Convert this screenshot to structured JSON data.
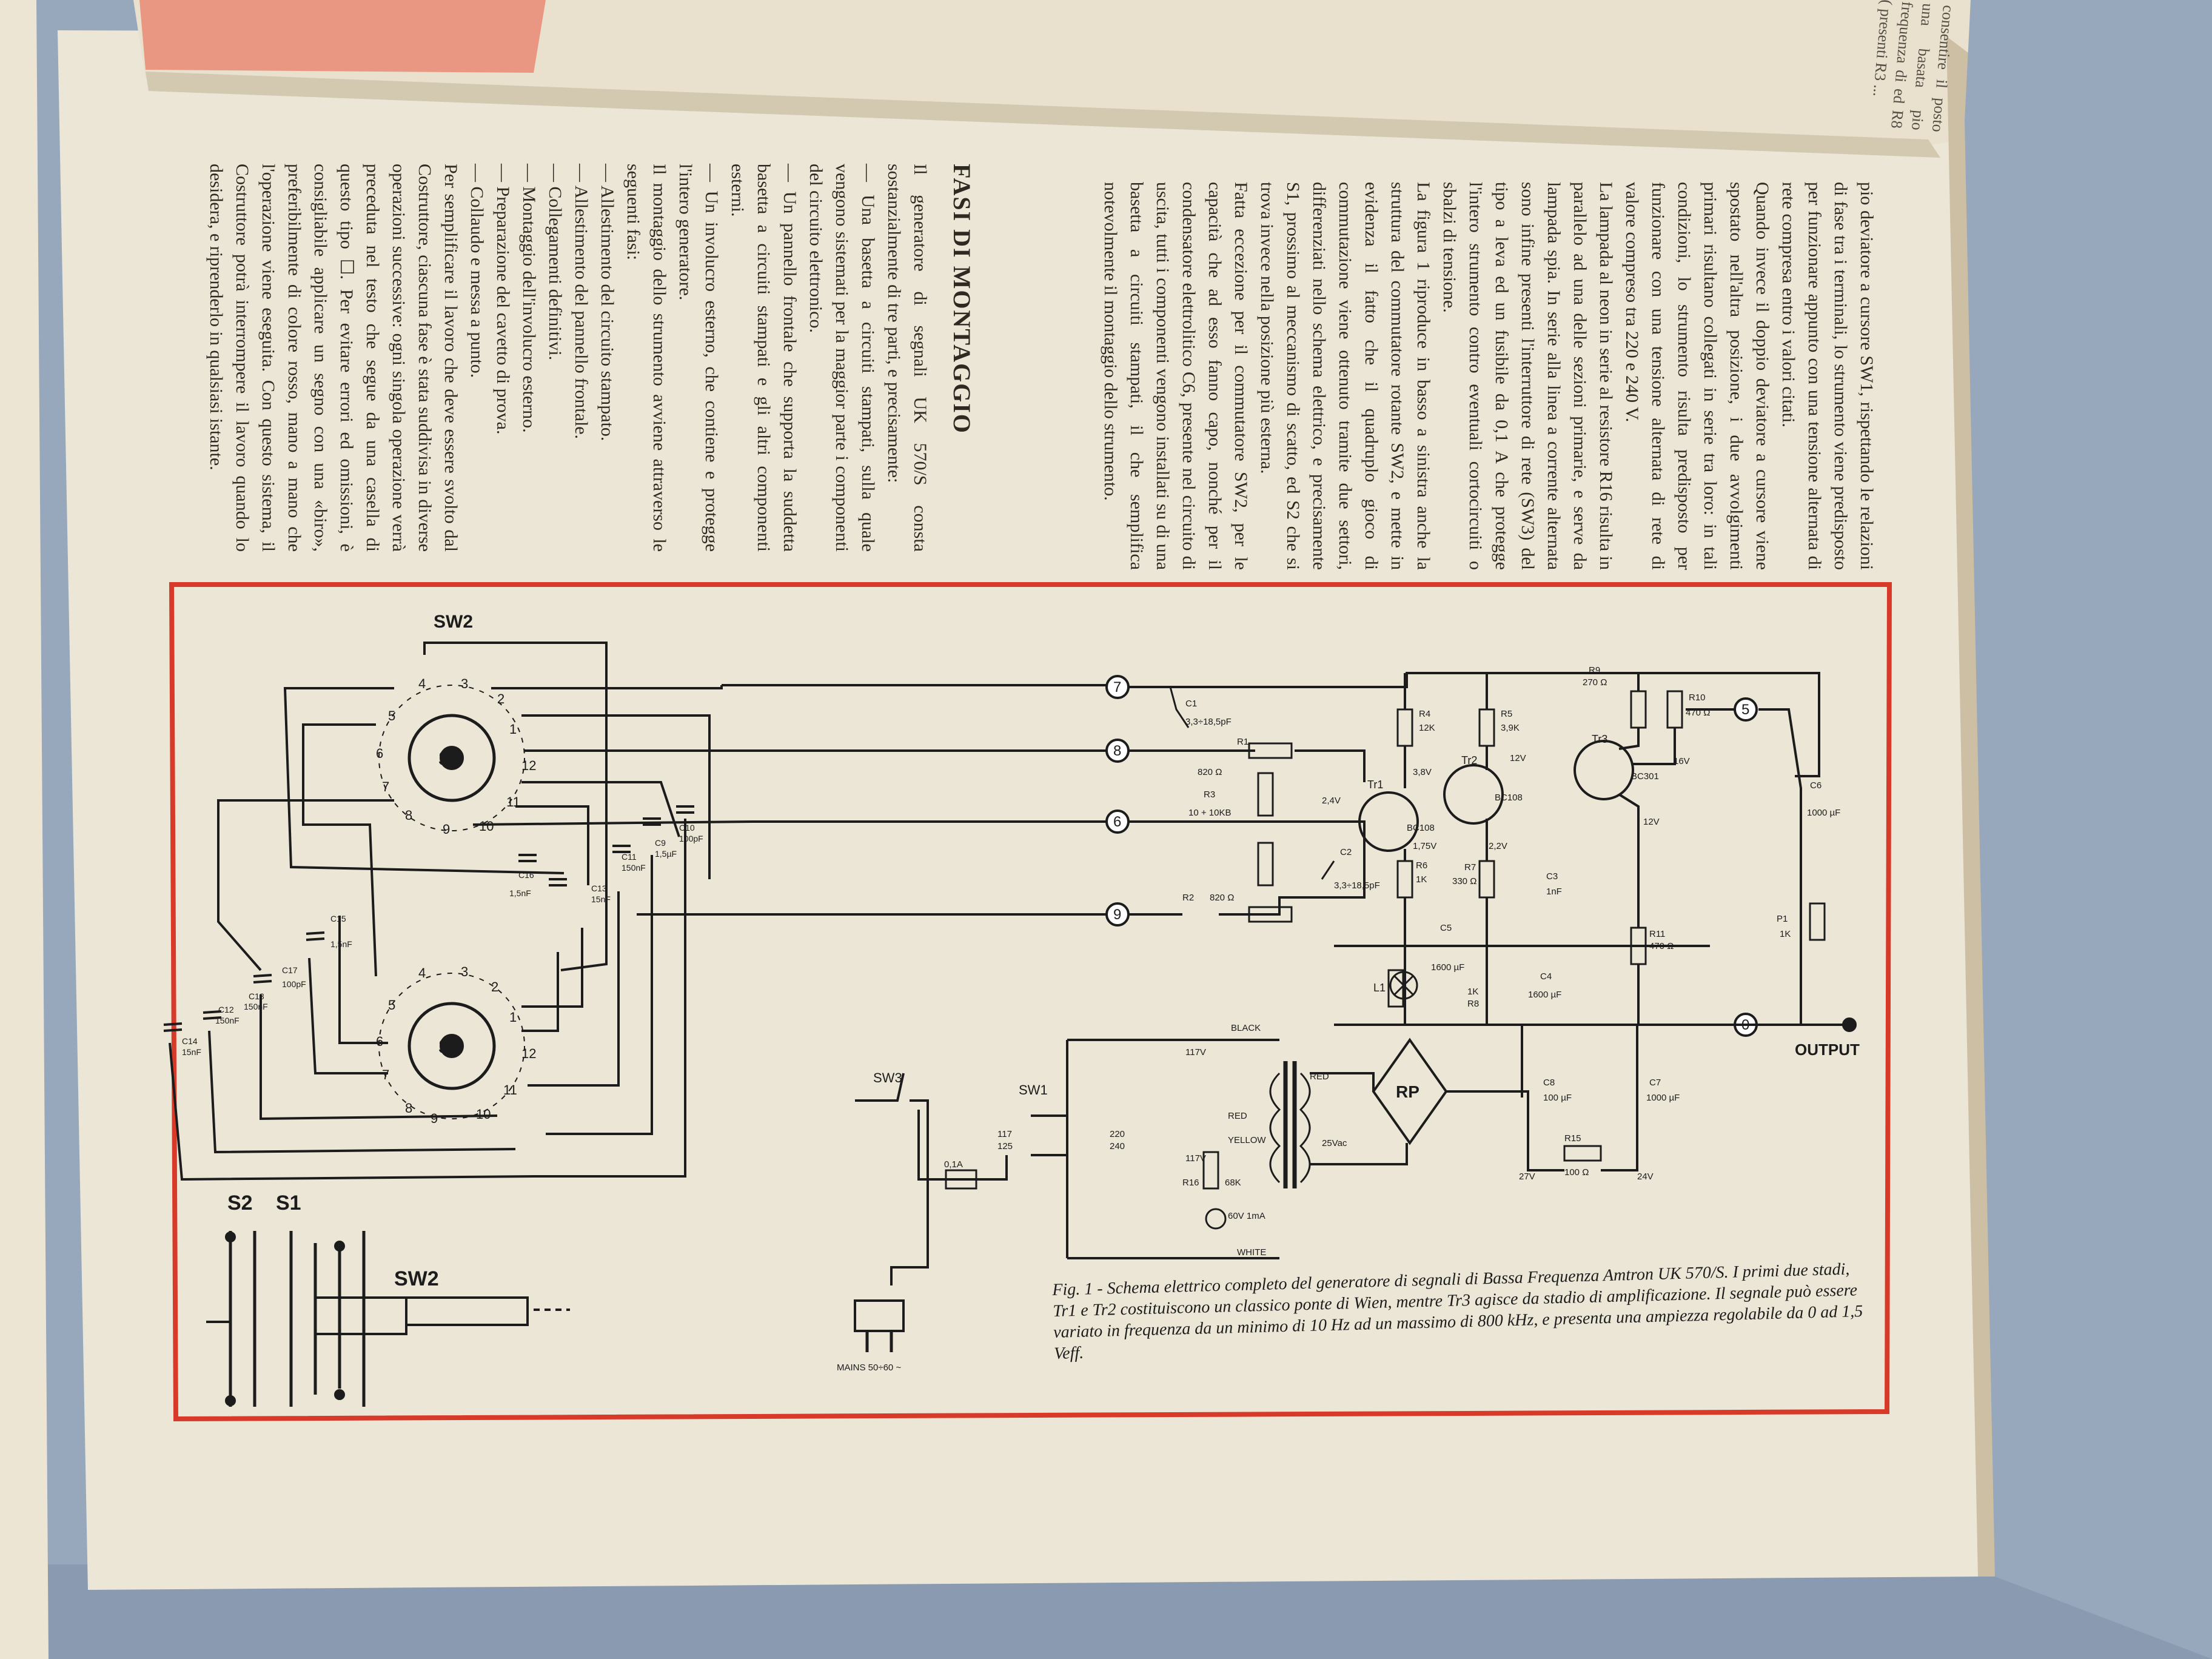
{
  "document": {
    "left_column": {
      "heading": "FASI DI MONTAGGIO",
      "paragraphs": [
        "Il generatore di segnali UK 570/S consta sostanzialmente di tre parti, e precisamente:",
        "— Una basetta a circuiti stampati, sulla quale vengono sistemati per la maggior parte i componenti del circuito elettronico.",
        "— Un pannello frontale che supporta la suddetta basetta a circuiti stampati e gli altri componenti esterni.",
        "— Un involucro esterno, che contiene e protegge l'intero generatore.",
        "Il montaggio dello strumento avviene attraverso le seguenti fasi:",
        "— Allestimento del circuito stampato.",
        "— Allestimento del pannello frontale.",
        "— Collegamenti definitivi.",
        "— Montaggio dell'involucro esterno.",
        "— Preparazione del cavetto di prova.",
        "— Collaudo e messa a punto.",
        "Per semplificare il lavoro che deve essere svolto dal Costruttore, ciascuna fase è stata suddivisa in diverse operazioni successive: ogni singola operazione verrà preceduta nel testo che segue da una casella di questo tipo ☐. Per evitare errori ed omissioni, è consigliabile applicare un segno con una «biro», preferibilmente di colore rosso, mano a mano che l'operazione viene eseguita. Con questo sistema, il Costruttore potrà interrompere il lavoro quando lo desidera, e riprenderlo in qualsiasi istante."
      ]
    },
    "right_column": {
      "paragraphs": [
        "pio deviatore a cursore SW1, rispettando le relazioni di fase tra i terminali, lo strumento viene predisposto per funzionare appunto con una tensione alternata di rete compresa entro i valori citati.",
        "Quando invece il doppio deviatore a cursore viene spostato nell'altra posizione, i due avvolgimenti primari risultano collegati in serie tra loro: in tali condizioni, lo strumento risulta predisposto per funzionare con una tensione alternata di rete di valore compreso tra 220 e 240 V.",
        "La lampada al neon in serie al resistore R16 risulta in parallelo ad una delle sezioni primarie, e serve da lampada spia. In serie alla linea a corrente alternata sono infine presenti l'interruttore di rete (SW3) del tipo a leva ed un fusibile da 0,1 A che protegge l'intero strumento contro eventuali cortocircuiti o sbalzi di tensione.",
        "La figura 1 riproduce in basso a sinistra anche la struttura del commutatore rotante SW2, e mette in evidenza il fatto che il quadruplo gioco di commutazione viene ottenuto tramite due settori, differenziati nello schema elettrico, e precisamente S1, prossimo al meccanismo di scatto, ed S2 che si trova invece nella posizione più esterna.",
        "Fatta eccezione per il commutatore SW2, per le capacità che ad esso fanno capo, nonché per il condensatore elettrolitico C6, presente nel circuito di uscita, tutti i componenti vengono installati su di una basetta a circuiti stampati, il che semplifica notevolmente il montaggio dello strumento."
      ]
    },
    "previous_page_fragment": "consentire il posto una basata pio frequenza di ed R8 ( presenti R3 ...",
    "caption": "Fig. 1 - Schema elettrico completo del generatore di segnali di Bassa Frequenza Amtron UK 570/S. I primi due stadi, Tr1 e Tr2 costituiscono un classico ponte di Wien, mentre Tr3 agisce da stadio di amplificazione. Il segnale può essere variato in frequenza da un minimo di 10 Hz ad un massimo di 800 kHz, e presenta una ampiezza regolabile da 0 ad 1,5 Veff."
  },
  "schematic": {
    "switches": {
      "sw2": "SW2",
      "s2": "S2",
      "s1": "S1",
      "sw1": "SW1",
      "sw3": "SW3",
      "mechanism_labels": [
        "S2",
        "S1",
        "SW2"
      ]
    },
    "terminals": [
      "7",
      "8",
      "6",
      "9",
      "5",
      "0"
    ],
    "positions": [
      "1",
      "2",
      "3",
      "4",
      "5",
      "6",
      "7",
      "8",
      "9",
      "10",
      "11",
      "12"
    ],
    "caps_switch": {
      "c10": "C10",
      "c10v": "100pF",
      "c9": "C9",
      "c9v": "1,5µF",
      "c11": "C11",
      "c11v": "150nF",
      "c13": "C13",
      "c13v": "15nF",
      "c16": "C16",
      "c16v": "1,5nF",
      "c15": "C15",
      "c15v": "1,5nF",
      "c17": "C17",
      "c17v": "100pF",
      "c18": "C18",
      "c18v": "150nF",
      "c12": "C12",
      "c12v": "150nF",
      "c14": "C14",
      "c14v": "15nF"
    },
    "parts": {
      "c1": "C1",
      "c1v": "3,3÷18,5pF",
      "r1": "R1",
      "r1v": "820 Ω",
      "r3": "R3",
      "r3v": "10 + 10KB",
      "r2": "R2",
      "r2v": "820 Ω",
      "c2": "C2",
      "c2v": "3,3÷18,5pF",
      "r4": "R4",
      "r4v": "12K",
      "r5": "R5",
      "r5v": "3,9K",
      "r6": "R6",
      "r6v": "1K",
      "r7": "R7",
      "r7v": "330 Ω",
      "r8": "R8",
      "r8v": "1K",
      "r9": "R9",
      "r9v": "270 Ω",
      "r10": "R10",
      "r10v": "470 Ω",
      "r11": "R11",
      "r11v": "470 Ω",
      "r15": "R15",
      "r15v": "100 Ω",
      "r16": "R16",
      "r16v": "68K",
      "c3": "C3",
      "c3v": "1nF",
      "c4": "C4",
      "c4v": "1600 µF",
      "c5": "C5",
      "c5v": "1600 µF",
      "c6": "C6",
      "c6v": "1000 µF",
      "c7": "C7",
      "c7v": "1000 µF",
      "c8": "C8",
      "c8v": "100 µF",
      "tr1": "Tr1",
      "tr1t": "BC108",
      "tr2": "Tr2",
      "tr2t": "BC108",
      "tr3": "Tr3",
      "tr3t": "BC301",
      "p1": "P1",
      "p1v": "1K",
      "l1": "L1",
      "rp": "RP",
      "fuse": "0,1A",
      "lamp": "60V 1mA",
      "output": "OUTPUT",
      "mains": "MAINS 50÷60 ~"
    },
    "voltages": {
      "v1": "3,8V",
      "v2": "2,4V",
      "v3": "1,75V",
      "v4": "2,2V",
      "v5": "12V",
      "v6": "16V",
      "v7": "12V",
      "v8": "27V",
      "v9": "24V",
      "v10": "25Vac"
    },
    "transformer": {
      "black": "BLACK",
      "red": "RED",
      "yellow": "YELLOW",
      "white": "WHITE",
      "t117a": "117V",
      "t117b": "117V",
      "t125": "125",
      "t117": "117",
      "t220": "220",
      "t240": "240",
      "red2": "RED"
    }
  },
  "colors": {
    "page": "#ece6d6",
    "border": "#d83a2a",
    "background": "#97a8bd",
    "ink": "#1c1c1c",
    "salmon": "#e98a74"
  }
}
